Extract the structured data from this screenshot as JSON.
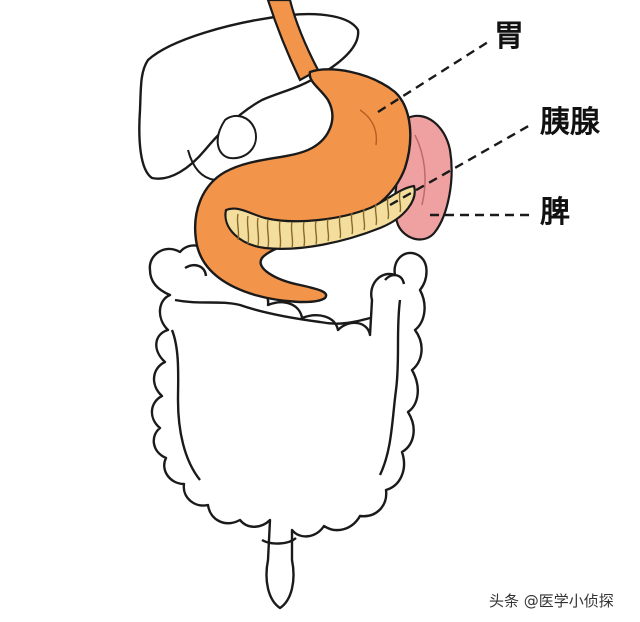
{
  "labels": {
    "stomach": "胃",
    "pancreas": "胰腺",
    "spleen": "脾"
  },
  "watermark": "头条 @医学小侦探",
  "colors": {
    "stomach": "#F2944A",
    "pancreas": "#F3DE9E",
    "spleen": "#EFA0A0",
    "outline": "#1A1A1A",
    "organ_white": "#FFFFFF"
  }
}
